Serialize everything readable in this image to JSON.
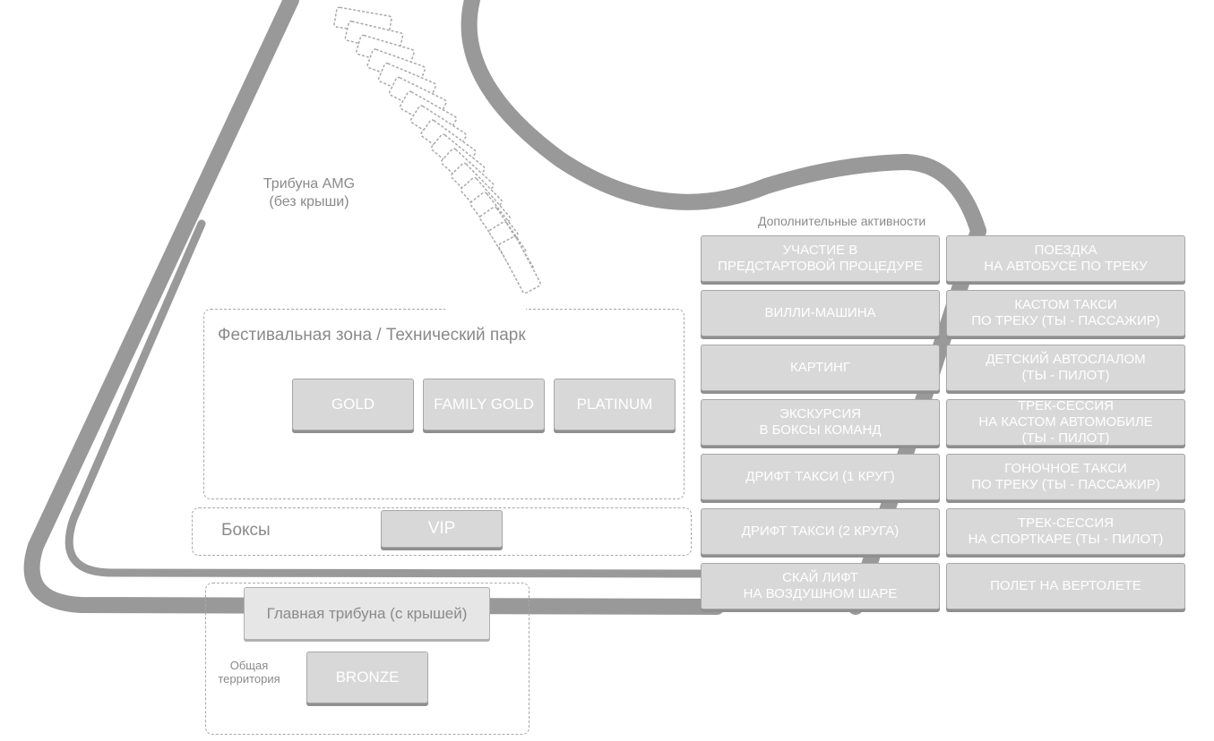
{
  "map": {
    "track_color": "#999999",
    "seat_stroke": "#a9a9a9",
    "button_fill": "#d8d8d8",
    "stand_label": "Трибуна AMG\n(без крыши)"
  },
  "festival_zone": {
    "title": "Фестивальная зона / Технический парк",
    "tickets": [
      "GOLD",
      "FAMILY GOLD",
      "PLATINUM"
    ]
  },
  "boxes": {
    "title": "Боксы",
    "ticket": "VIP"
  },
  "main_stand": {
    "title": "Главная трибуна (с крышей)",
    "general_area": "Общая\nтерритория",
    "ticket": "BRONZE"
  },
  "activities": {
    "title": "Дополнительные активности",
    "left": [
      "УЧАСТИЕ В\nПРЕДСТАРТОВОЙ ПРОЦЕДУРЕ",
      "ВИЛЛИ-МАШИНА",
      "КАРТИНГ",
      "ЭКСКУРСИЯ\nВ БОКСЫ КОМАНД",
      "ДРИФТ ТАКСИ (1 КРУГ)",
      "ДРИФТ ТАКСИ (2 КРУГА)",
      "СКАЙ ЛИФТ\nНА ВОЗДУШНОМ ШАРЕ"
    ],
    "right": [
      "ПОЕЗДКА\nНА АВТОБУСЕ ПО ТРЕКУ",
      "КАСТОМ ТАКСИ\nПО ТРЕКУ (ТЫ - ПАССАЖИР)",
      "ДЕТСКИЙ АВТОСЛАЛОМ\n(ТЫ - ПИЛОТ)",
      "ТРЕК-СЕССИЯ\nНА КАСТОМ АВТОМОБИЛЕ\n(ТЫ - ПИЛОТ)",
      "ГОНОЧНОЕ ТАКСИ\nПО ТРЕКУ (ТЫ - ПАССАЖИР)",
      "ТРЕК-СЕССИЯ\nНА СПОРТКАРЕ (ТЫ - ПИЛОТ)",
      "ПОЛЕТ НА ВЕРТОЛЕТЕ"
    ]
  }
}
